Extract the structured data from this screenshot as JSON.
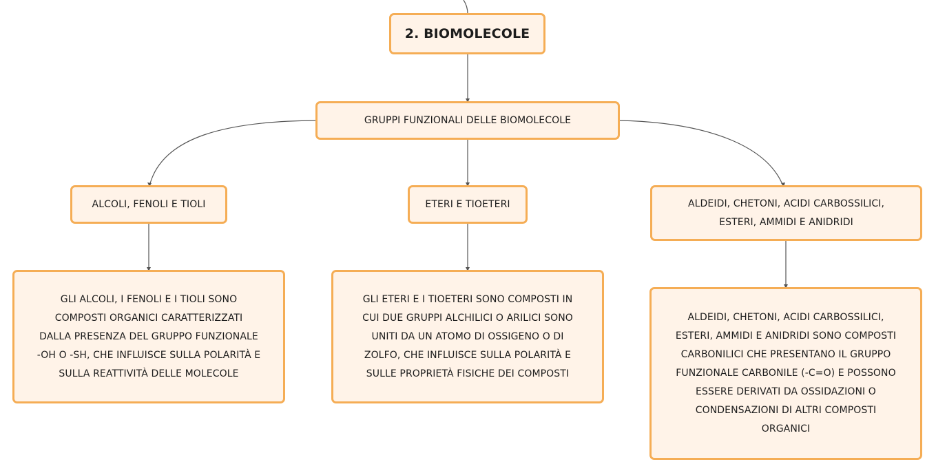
{
  "colors": {
    "node_border": "#f5ad55",
    "node_fill": "#fff3e8",
    "connector": "#555555",
    "text": "#1c1c1c"
  },
  "map": {
    "root": "2. BIOMOLECOLE",
    "topic": "GRUPPI FUNZIONALI DELLE BIOMOLECOLE",
    "branches": [
      {
        "title": "ALCOLI, FENOLI E TIOLI",
        "description": "GLI ALCOLI, I FENOLI E I TIOLI SONO\nCOMPOSTI ORGANICI CARATTERIZZATI\nDALLA PRESENZA DEL GRUPPO FUNZIONALE\n-OH O -SH, CHE INFLUISCE SULLA POLARITÀ E\nSULLA REATTIVITÀ DELLE MOLECOLE"
      },
      {
        "title": "ETERI E TIOETERI",
        "description": "GLI ETERI E I TIOETERI SONO COMPOSTI IN\nCUI DUE GRUPPI ALCHILICI O ARILICI SONO\nUNITI DA UN ATOMO DI OSSIGENO O DI\nZOLFO, CHE INFLUISCE SULLA POLARITÀ E\nSULLE PROPRIETÀ FISICHE DEI COMPOSTI"
      },
      {
        "title": "ALDEIDI, CHETONI, ACIDI CARBOSSILICI,\nESTERI, AMMIDI E ANIDRIDI",
        "description": "ALDEIDI, CHETONI, ACIDI CARBOSSILICI,\nESTERI, AMMIDI E ANIDRIDI SONO COMPOSTI\nCARBONILICI CHE PRESENTANO IL GRUPPO\nFUNZIONALE CARBONILE (-C=O) E POSSONO\nESSERE DERIVATI DA OSSIDAZIONI O\nCONDENSAZIONI DI ALTRI COMPOSTI\nORGANICI"
      }
    ]
  }
}
